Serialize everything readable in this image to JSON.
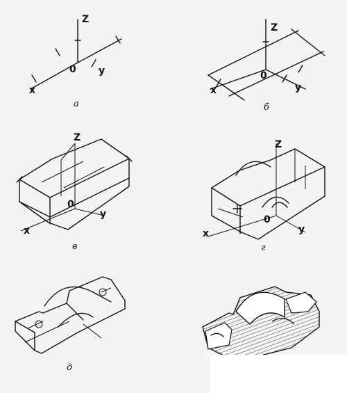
{
  "figures": [
    {
      "caption": "а",
      "axes": {
        "z": "Z",
        "y": "y",
        "x": "x",
        "o": "0"
      }
    },
    {
      "caption": "б",
      "axes": {
        "z": "Z",
        "y": "y",
        "x": "x",
        "o": "0"
      }
    },
    {
      "caption": "в",
      "axes": {
        "z": "Z",
        "y": "y",
        "x": "x",
        "o": "0"
      }
    },
    {
      "caption": "г",
      "axes": {
        "z": "Z",
        "y": "y",
        "x": "x",
        "o": "0"
      }
    },
    {
      "caption": "д"
    },
    {
      "caption": ""
    }
  ]
}
